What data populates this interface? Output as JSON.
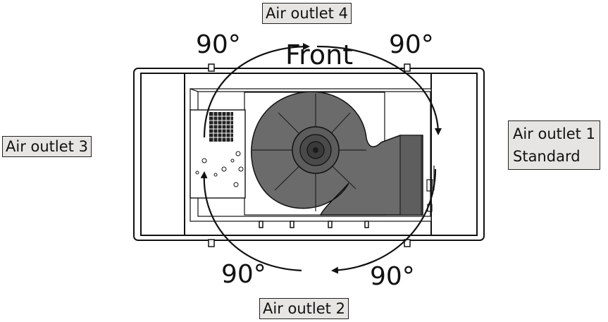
{
  "labels": {
    "outlet4": "Air outlet 4",
    "outlet3": "Air outlet 3",
    "outlet1_line1": "Air outlet 1",
    "outlet1_line2": "Standard",
    "outlet2": "Air outlet 2",
    "front": "Front",
    "angle_top_left": "90°",
    "angle_top_right": "90°",
    "angle_bottom_left": "90°",
    "angle_bottom_right": "90°"
  },
  "colors": {
    "label_fill": "#e6e5e3",
    "fan_fill": "#6b6b6b",
    "line": "#111111"
  },
  "icons": [
    "fan-housing",
    "rotation-arrow"
  ]
}
